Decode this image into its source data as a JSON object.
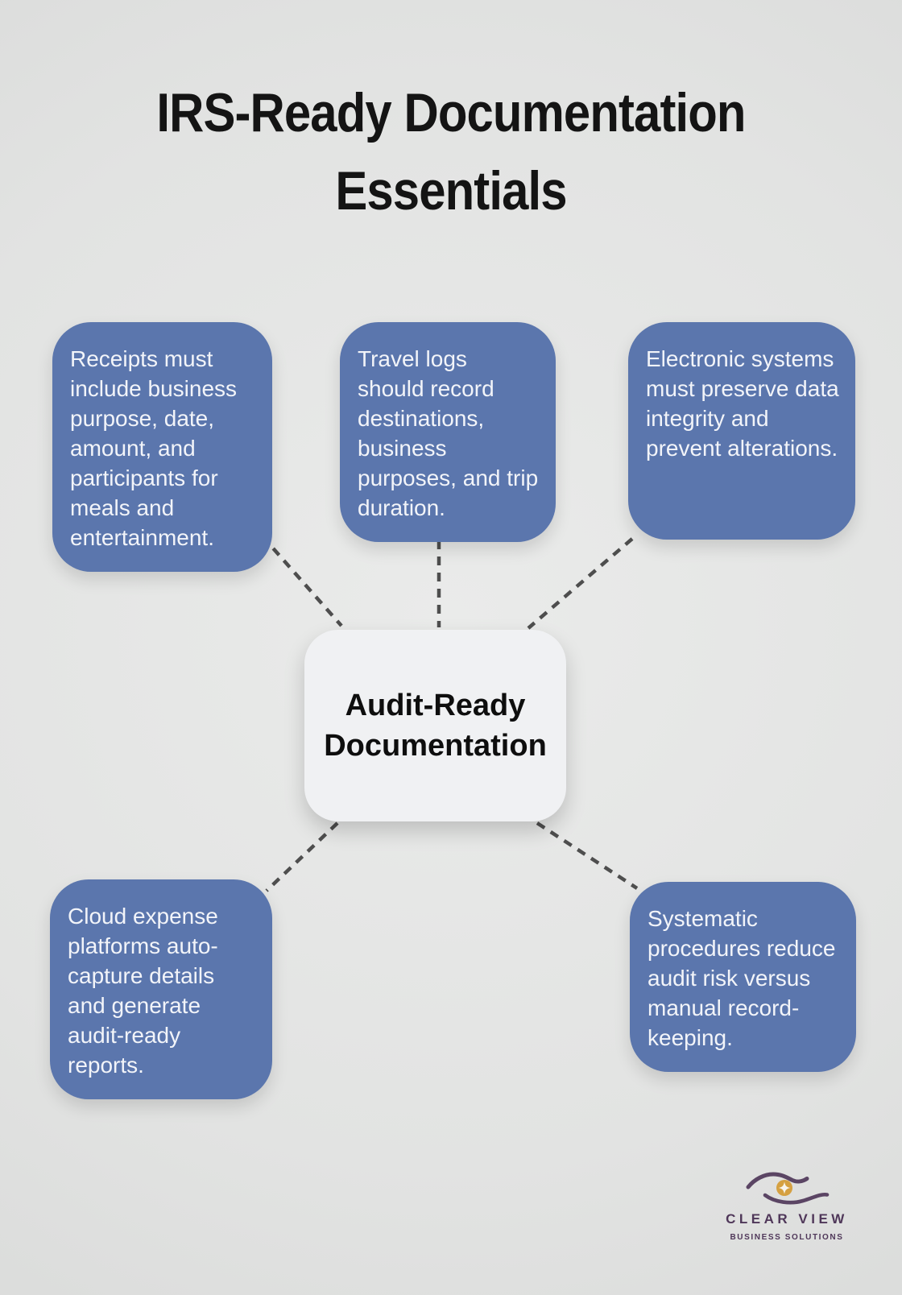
{
  "title": "IRS-Ready Documentation Essentials",
  "center": {
    "label": "Audit-Ready Documentation"
  },
  "nodes": [
    {
      "id": "receipts",
      "text": "Receipts must include business purpose, date, amount, and participants for meals and entertainment."
    },
    {
      "id": "travel",
      "text": "Travel logs should record destinations, business purposes, and trip duration."
    },
    {
      "id": "electronic",
      "text": "Electronic systems must preserve data integrity and prevent alterations."
    },
    {
      "id": "cloud",
      "text": "Cloud expense platforms auto-capture details and generate audit-ready reports."
    },
    {
      "id": "systematic",
      "text": "Systematic procedures reduce audit risk versus manual record-keeping."
    }
  ],
  "logo": {
    "name": "CLEAR VIEW",
    "tagline": "BUSINESS SOLUTIONS"
  },
  "colors": {
    "background": "#e2e3e2",
    "node_fill": "#5b76ad",
    "node_text": "#f2f4f9",
    "center_fill": "#f0f1f3",
    "connector": "#4e4e4e",
    "title_text": "#141414",
    "logo_purple": "#4f3759",
    "logo_gold": "#d5a041"
  }
}
